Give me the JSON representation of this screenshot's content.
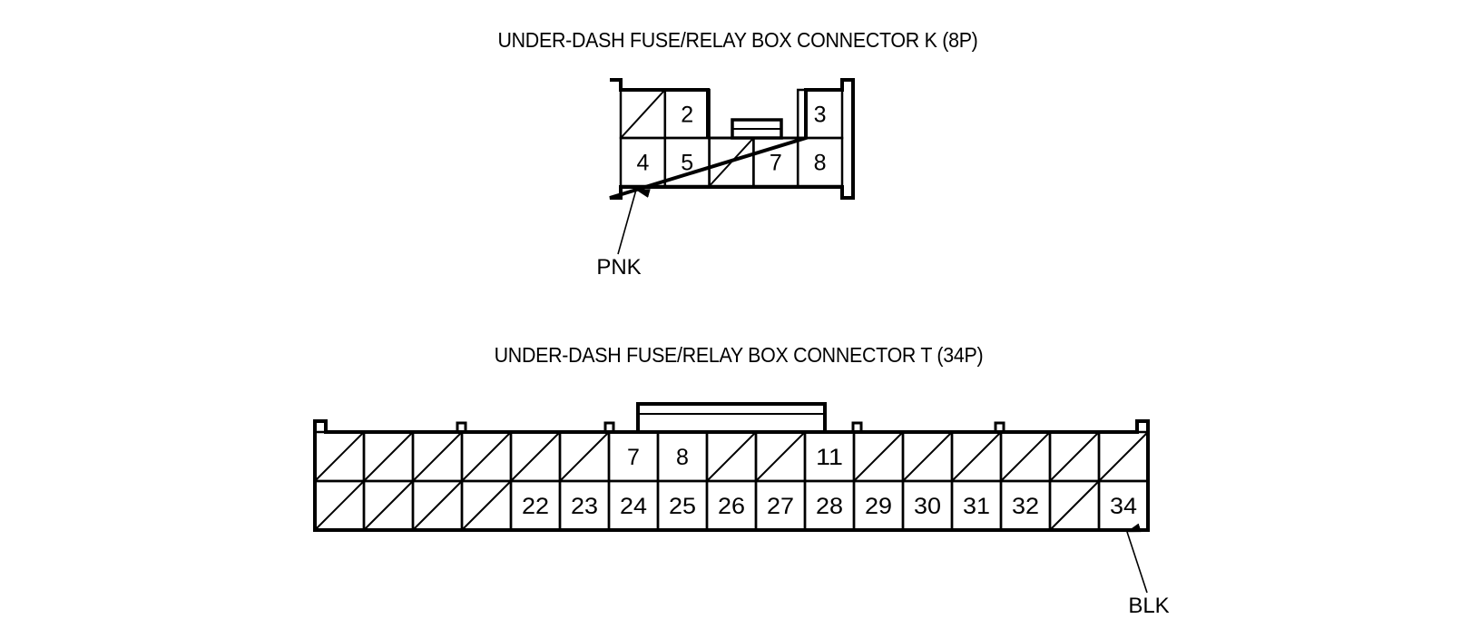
{
  "connectors": [
    {
      "id": "K",
      "title": "UNDER-DASH FUSE/RELAY BOX CONNECTOR K (8P)",
      "pin_count": "8P",
      "columns": 5,
      "rows": [
        [
          {
            "pin": null,
            "empty": true
          },
          {
            "pin": "2"
          },
          {
            "pin": null,
            "absent": true
          },
          {
            "pin": null,
            "absent": true
          },
          {
            "pin": "3"
          }
        ],
        [
          {
            "pin": "4"
          },
          {
            "pin": "5"
          },
          {
            "pin": null,
            "empty": true
          },
          {
            "pin": "7"
          },
          {
            "pin": "8"
          }
        ]
      ],
      "wire": {
        "pin": "4",
        "color_label": "PNK"
      }
    },
    {
      "id": "T",
      "title": "UNDER-DASH FUSE/RELAY BOX CONNECTOR T (34P)",
      "pin_count": "34P",
      "columns": 17,
      "rows": [
        [
          {
            "pin": null,
            "empty": true
          },
          {
            "pin": null,
            "empty": true
          },
          {
            "pin": null,
            "empty": true
          },
          {
            "pin": null,
            "empty": true
          },
          {
            "pin": null,
            "empty": true
          },
          {
            "pin": null,
            "empty": true
          },
          {
            "pin": "7"
          },
          {
            "pin": "8"
          },
          {
            "pin": null,
            "empty": true
          },
          {
            "pin": null,
            "empty": true
          },
          {
            "pin": "11"
          },
          {
            "pin": null,
            "empty": true
          },
          {
            "pin": null,
            "empty": true
          },
          {
            "pin": null,
            "empty": true
          },
          {
            "pin": null,
            "empty": true
          },
          {
            "pin": null,
            "empty": true
          },
          {
            "pin": null,
            "empty": true
          }
        ],
        [
          {
            "pin": null,
            "empty": true
          },
          {
            "pin": null,
            "empty": true
          },
          {
            "pin": null,
            "empty": true
          },
          {
            "pin": null,
            "empty": true
          },
          {
            "pin": "22"
          },
          {
            "pin": "23"
          },
          {
            "pin": "24"
          },
          {
            "pin": "25"
          },
          {
            "pin": "26"
          },
          {
            "pin": "27"
          },
          {
            "pin": "28"
          },
          {
            "pin": "29"
          },
          {
            "pin": "30"
          },
          {
            "pin": "31"
          },
          {
            "pin": "32"
          },
          {
            "pin": null,
            "empty": true
          },
          {
            "pin": "34"
          }
        ]
      ],
      "wire": {
        "pin": "34",
        "color_label": "BLK"
      }
    }
  ]
}
